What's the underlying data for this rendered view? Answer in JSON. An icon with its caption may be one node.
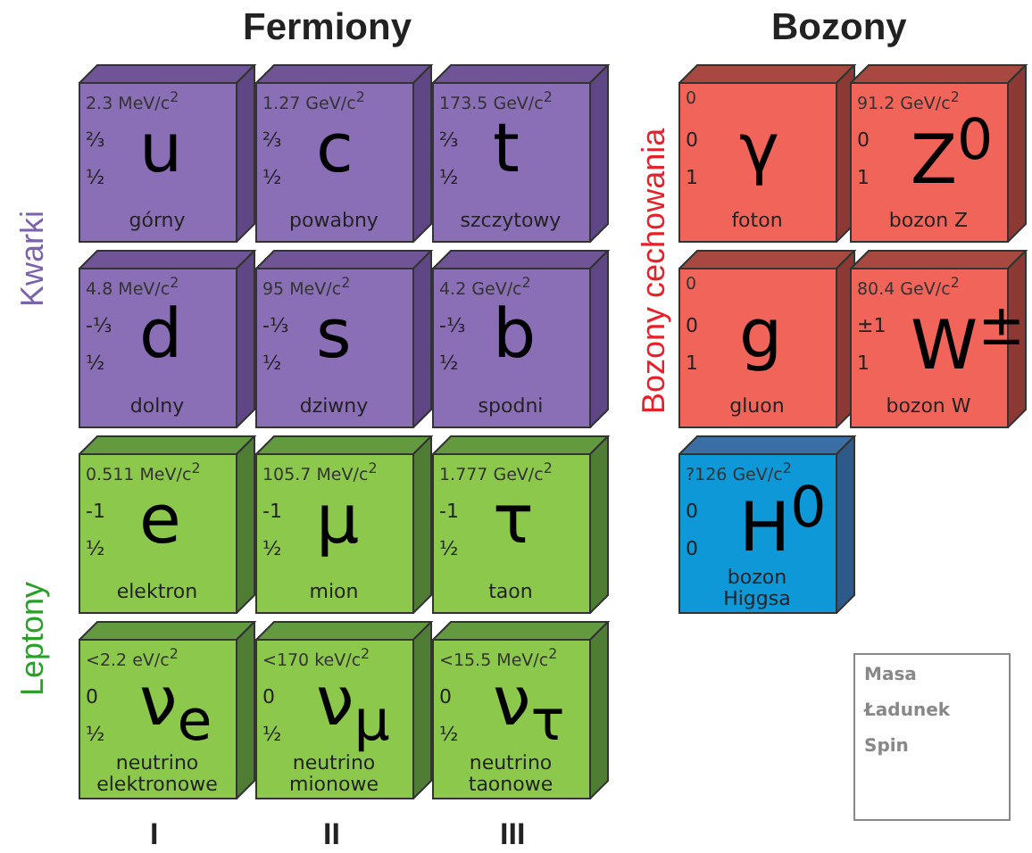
{
  "diagram": {
    "nodes": [
      {
        "text": [
          "2.3 MeV/c$^{2}$",
          "⅔",
          "½",
          "u",
          "górny"
        ]
      },
      {
        "text": [
          "1.27 GeV/c$^{2}$",
          "⅔",
          "½",
          "c",
          "powabny"
        ]
      },
      {
        "text": [
          "173.5 GeV/c$^{2}$",
          "⅔",
          "½",
          "t",
          "szczytowy"
        ]
      },
      {
        "text": [
          "0",
          "0",
          "1",
          "γ",
          "foton"
        ]
      },
      {
        "text": [
          "91.2 GeV/c$^{2}$",
          "0",
          "1",
          "Z$^{0}$",
          "bozon Z"
        ]
      },
      {
        "text": [
          "4.8 MeV/c$^{2}$",
          "-⅓",
          "½",
          "d",
          "dolny"
        ]
      },
      {
        "text": [
          "95 MeV/c$^{2}$",
          "-⅓",
          "½",
          "s",
          "dziwny"
        ]
      },
      {
        "text": [
          "4.2 GeV/c$^{2}$",
          "-⅓",
          "½",
          "b",
          "spodni"
        ]
      },
      {
        "text": [
          "0",
          "0",
          "1",
          "g",
          "gluon"
        ]
      },
      {
        "text": [
          "80.4 GeV/c$^{2}$",
          "±1",
          "1",
          "W$^{±}$",
          "bozon W"
        ]
      },
      {
        "text": [
          "0.511 MeV/c$^{2}$",
          "-1",
          "½",
          "e",
          "elektron"
        ]
      },
      {
        "text": [
          "105.7 MeV/c$^{2}$",
          "-1",
          "½",
          "μ",
          "mion"
        ]
      },
      {
        "text": [
          "1.777 GeV/c$^{2}$",
          "-1",
          "½",
          "τ",
          "taon"
        ]
      },
      {
        "text": [
          "?126 GeV/c$^{2}$",
          "0",
          "0",
          "H$^{0}$",
          "bozon Higgsa"
        ]
      },
      {
        "text": [
          "<2.2 eV/c$^{2}$",
          "0",
          "½",
          "ν$_{e}$",
          "neutrino elektronowe"
        ]
      },
      {
        "text": [
          "<170 keV/c$^{2}$",
          "0",
          "½",
          "ν$_{μ}$",
          "neutrino mionowe"
        ]
      },
      {
        "text": [
          "<15.5 MeV/c$^{2}$",
          "0",
          "½",
          "ν$_{τ}$",
          "neutrino taonowe"
        ]
      },
      {
        "text": [
          "Masa",
          "Ładunek",
          "Spin"
        ]
      }
    ],
    "edges": [],
    "labels": [
      "Fermiony",
      "Bozony",
      "Kwarki",
      "Bozony cechowania",
      "Leptony",
      "I",
      "II",
      "III"
    ]
  }
}
